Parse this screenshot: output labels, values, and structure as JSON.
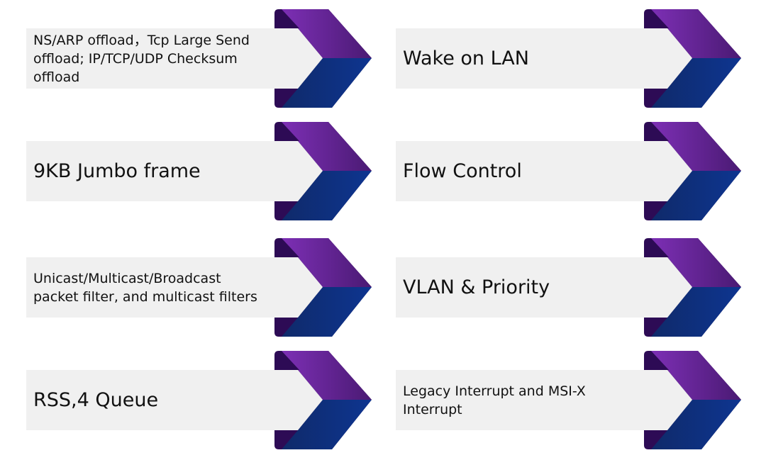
{
  "colors": {
    "box": "#f0f0f0",
    "purple": "#7a2fb0",
    "blue": "#123a8f",
    "dark": "#2d0b55"
  },
  "items": [
    {
      "label": "NS/ARP offload，Tcp Large Send offload; IP/TCP/UDP Checksum offload"
    },
    {
      "label": "Wake on LAN"
    },
    {
      "label": "9KB Jumbo frame"
    },
    {
      "label": "Flow Control"
    },
    {
      "label": "Unicast/Multicast/Broadcast packet filter, and multicast filters"
    },
    {
      "label": "VLAN & Priority"
    },
    {
      "label": "RSS,4 Queue"
    },
    {
      "label": "Legacy Interrupt and MSI-X Interrupt"
    }
  ]
}
